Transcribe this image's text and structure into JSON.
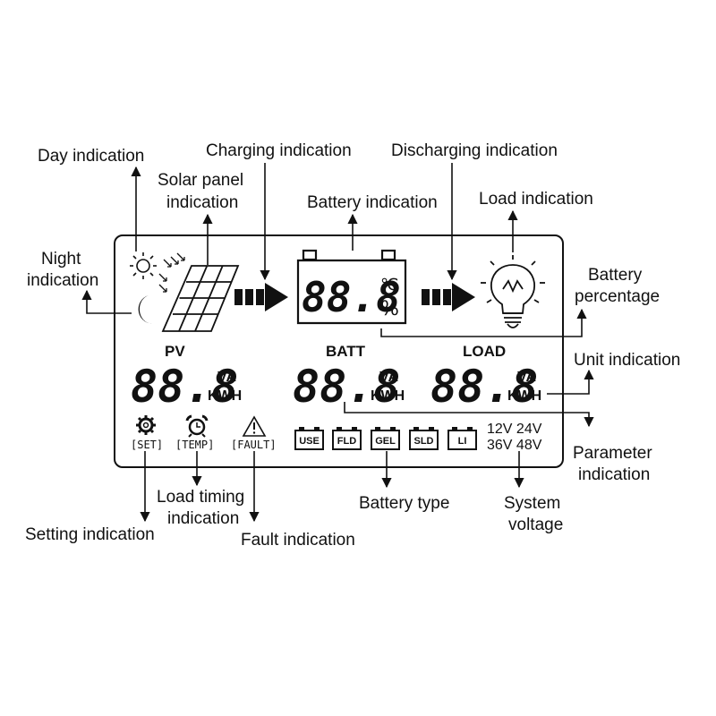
{
  "callouts": {
    "day": "Day indication",
    "night_1": "Night",
    "night_2": "indication",
    "solar_1": "Solar panel",
    "solar_2": "indication",
    "charging": "Charging indication",
    "battery": "Battery indication",
    "discharging": "Discharging indication",
    "load": "Load indication",
    "batt_pct_1": "Battery",
    "batt_pct_2": "percentage",
    "unit": "Unit indication",
    "parameter_1": "Parameter",
    "parameter_2": "indication",
    "setting": "Setting indication",
    "load_timing_1": "Load timing",
    "load_timing_2": "indication",
    "fault": "Fault indication",
    "battery_type": "Battery type",
    "system_voltage_1": "System",
    "system_voltage_2": "voltage"
  },
  "display": {
    "battery_digits": "88.8",
    "celsius": "℃",
    "percent": "%",
    "sections": [
      {
        "title": "PV",
        "digits": "88.8",
        "unit_top": "VA",
        "unit_bottom": "KWH"
      },
      {
        "title": "BATT",
        "digits": "88.8",
        "unit_top": "VA",
        "unit_bottom": "KWH"
      },
      {
        "title": "LOAD",
        "digits": "88.8",
        "unit_top": "VA",
        "unit_bottom": "KWH"
      }
    ],
    "indicators": {
      "set": "[SET]",
      "temp": "[TEMP]",
      "fault": "[FAULT]"
    },
    "battery_types": [
      "USE",
      "FLD",
      "GEL",
      "SLD",
      "LI"
    ],
    "voltages": {
      "row1": "12V 24V",
      "row2": "36V 48V"
    }
  },
  "icons": [
    "sun-icon",
    "moon-icon",
    "solar-panel-icon",
    "charging-arrow-icon",
    "battery-icon",
    "discharging-arrow-icon",
    "light-bulb-icon",
    "gear-icon",
    "alarm-clock-icon",
    "warning-icon"
  ]
}
